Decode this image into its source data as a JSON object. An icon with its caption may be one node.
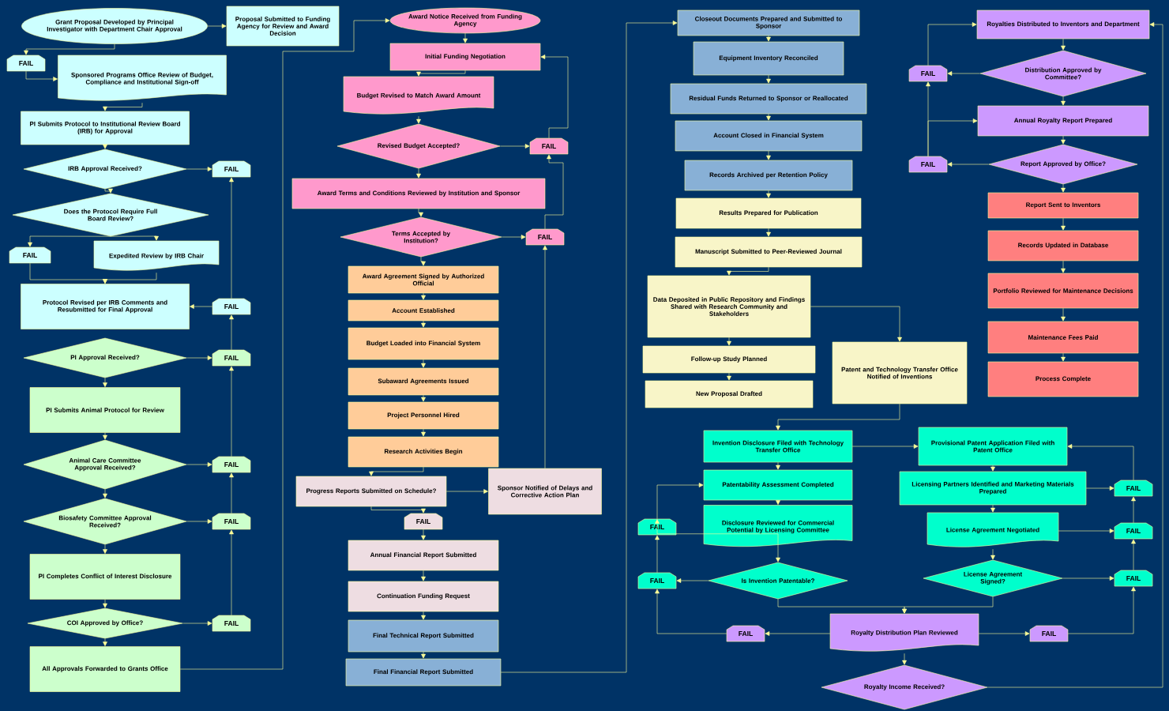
{
  "diagram": {
    "nodes": [
      {
        "text": [
          "Grant Proposal Developed by Principal Investigator with Department Chair Approval"
        ]
      },
      {
        "text": [
          "Proposal Submitted to Funding Agency for Review and Award Decision"
        ]
      },
      {
        "text": [
          "FAIL"
        ]
      },
      {
        "text": [
          "Sponsored Programs Office Review of Budget, Compliance and Institutional Sign-off"
        ]
      },
      {
        "text": [
          "PI Submits Protocol to Institutional Review Board (IRB) for Approval"
        ]
      },
      {
        "text": [
          "IRB Approval Received?"
        ]
      },
      {
        "text": [
          "FAIL"
        ]
      },
      {
        "text": [
          "Does the Protocol Require Full Board Review?"
        ]
      },
      {
        "text": [
          "FAIL"
        ]
      },
      {
        "text": [
          "Expedited Review by IRB Chair"
        ]
      },
      {
        "text": [
          "Protocol Revised per IRB Comments and Resubmitted for Final Approval"
        ]
      },
      {
        "text": [
          "FAIL"
        ]
      },
      {
        "text": [
          "PI Approval Received?"
        ]
      },
      {
        "text": [
          "FAIL"
        ]
      },
      {
        "text": [
          "PI Submits Animal Protocol for Review"
        ]
      },
      {
        "text": [
          "Animal Care Committee Approval Received?"
        ]
      },
      {
        "text": [
          "FAIL"
        ]
      },
      {
        "text": [
          "Biosafety Committee Approval Received?"
        ]
      },
      {
        "text": [
          "FAIL"
        ]
      },
      {
        "text": [
          "PI Completes Conflict of Interest Disclosure"
        ]
      },
      {
        "text": [
          "COI Approved by Office?"
        ]
      },
      {
        "text": [
          "FAIL"
        ]
      },
      {
        "text": [
          "All Approvals Forwarded to Grants Office"
        ]
      },
      {
        "text": [
          "Award Notice Received from Funding Agency"
        ]
      },
      {
        "text": [
          "Initial Funding Negotiation"
        ]
      },
      {
        "text": [
          "Budget Revised to Match Award Amount"
        ]
      },
      {
        "text": [
          "Revised Budget Accepted?"
        ]
      },
      {
        "text": [
          "FAIL"
        ]
      },
      {
        "text": [
          "Award Terms and Conditions Reviewed by Institution and Sponsor"
        ]
      },
      {
        "text": [
          "Terms Accepted by Institution?"
        ]
      },
      {
        "text": [
          "FAIL"
        ]
      },
      {
        "text": [
          "Award Agreement Signed by Authorized Official"
        ]
      },
      {
        "text": [
          "Account Established"
        ]
      },
      {
        "text": [
          "Budget Loaded into Financial System"
        ]
      },
      {
        "text": [
          "Subaward Agreements Issued"
        ]
      },
      {
        "text": [
          "Project Personnel Hired"
        ]
      },
      {
        "text": [
          "Research Activities Begin"
        ]
      },
      {
        "text": [
          "Progress Reports Submitted on Schedule?"
        ]
      },
      {
        "text": [
          "Sponsor Notified of Delays and Corrective Action Plan"
        ]
      },
      {
        "text": [
          "FAIL"
        ]
      },
      {
        "text": [
          "Annual Financial Report Submitted"
        ]
      },
      {
        "text": [
          "Continuation Funding Request"
        ]
      },
      {
        "text": [
          "Final Technical Report Submitted"
        ]
      },
      {
        "text": [
          "Final Financial Report Submitted"
        ]
      },
      {
        "text": [
          "Closeout Documents Prepared and Submitted to Sponsor"
        ]
      },
      {
        "text": [
          "Equipment Inventory Reconciled"
        ]
      },
      {
        "text": [
          "Residual Funds Returned to Sponsor or Reallocated"
        ]
      },
      {
        "text": [
          "Account Closed in Financial System"
        ]
      },
      {
        "text": [
          "Records Archived per Retention Policy"
        ]
      },
      {
        "text": [
          "Results Prepared for Publication"
        ]
      },
      {
        "text": [
          "Manuscript Submitted to Peer-Reviewed Journal"
        ]
      },
      {
        "text": [
          "Data Deposited in Public Repository and Findings Shared with Research Community and Stakeholders"
        ]
      },
      {
        "text": [
          "Follow-up Study Planned"
        ]
      },
      {
        "text": [
          "New Proposal Drafted"
        ]
      },
      {
        "text": [
          "Patent and Technology Transfer Office Notified of Inventions"
        ]
      },
      {
        "text": [
          "Invention Disclosure Filed with Technology Transfer Office"
        ]
      },
      {
        "text": [
          "Patentability Assessment Completed"
        ]
      },
      {
        "text": [
          "Disclosure Reviewed for Commercial Potential by Licensing Committee"
        ]
      },
      {
        "text": [
          "Is Invention Patentable?"
        ]
      },
      {
        "text": [
          "FAIL"
        ]
      },
      {
        "text": [
          "FAIL"
        ]
      },
      {
        "text": [
          "Provisional Patent Application Filed with Patent Office"
        ]
      },
      {
        "text": [
          "Licensing Partners Identified and Marketing Materials Prepared"
        ]
      },
      {
        "text": [
          "License Agreement Negotiated"
        ]
      },
      {
        "text": [
          "License Agreement Signed?"
        ]
      },
      {
        "text": [
          "FAIL"
        ]
      },
      {
        "text": [
          "FAIL"
        ]
      },
      {
        "text": [
          "FAIL"
        ]
      },
      {
        "text": [
          "Royalty Distribution Plan Reviewed"
        ]
      },
      {
        "text": [
          "FAIL"
        ]
      },
      {
        "text": [
          "FAIL"
        ]
      },
      {
        "text": [
          "Royalty Income Received?"
        ]
      },
      {
        "text": [
          "Royalties Distributed to Inventors and Department"
        ]
      },
      {
        "text": [
          "Distribution Approved by Committee?"
        ]
      },
      {
        "text": [
          "FAIL"
        ]
      },
      {
        "text": [
          "Annual Royalty Report Prepared"
        ]
      },
      {
        "text": [
          "Report Approved by Office?"
        ]
      },
      {
        "text": [
          "FAIL"
        ]
      },
      {
        "text": [
          "Report Sent to Inventors"
        ]
      },
      {
        "text": [
          "Records Updated in Database"
        ]
      },
      {
        "text": [
          "Portfolio Reviewed for Maintenance Decisions"
        ]
      },
      {
        "text": [
          "Maintenance Fees Paid"
        ]
      },
      {
        "text": [
          "Process Complete"
        ]
      }
    ],
    "edges": [
      {
        "from": 0,
        "to": 1,
        "arrow": "to"
      },
      {
        "from": 0,
        "to": 2,
        "arrow": "to"
      },
      {
        "from": 2,
        "to": 3,
        "arrow": "to"
      },
      {
        "from": 3,
        "to": 4,
        "arrow": "to"
      },
      {
        "from": 4,
        "to": 5,
        "arrow": "to"
      },
      {
        "from": 5,
        "to": 6,
        "arrow": "to"
      },
      {
        "from": 5,
        "to": 7,
        "arrow": "to"
      },
      {
        "from": 7,
        "to": 8,
        "arrow": "to"
      },
      {
        "from": 7,
        "to": 9,
        "arrow": "to"
      },
      {
        "from": 8,
        "to": 10,
        "arrow": "to"
      },
      {
        "from": 9,
        "to": 10,
        "arrow": "to"
      },
      {
        "from": 11,
        "to": 10,
        "arrow": "to"
      },
      {
        "from": 11,
        "to": 6,
        "arrow": "to"
      },
      {
        "from": 12,
        "to": 13,
        "arrow": "to"
      },
      {
        "from": 13,
        "to": 11,
        "arrow": "to"
      },
      {
        "from": 12,
        "to": 14,
        "arrow": "to"
      },
      {
        "from": 14,
        "to": 15,
        "arrow": "to"
      },
      {
        "from": 15,
        "to": 16,
        "arrow": "to"
      },
      {
        "from": 16,
        "to": 13,
        "arrow": "to"
      },
      {
        "from": 15,
        "to": 17,
        "arrow": "to"
      },
      {
        "from": 17,
        "to": 18,
        "arrow": "to"
      },
      {
        "from": 18,
        "to": 16,
        "arrow": "to"
      },
      {
        "from": 17,
        "to": 19,
        "arrow": "to"
      },
      {
        "from": 19,
        "to": 20,
        "arrow": "to"
      },
      {
        "from": 20,
        "to": 21,
        "arrow": "to"
      },
      {
        "from": 21,
        "to": 18,
        "arrow": "to"
      },
      {
        "from": 20,
        "to": 22,
        "arrow": "to"
      },
      {
        "from": 22,
        "to": 23,
        "arrow": "to"
      },
      {
        "from": 23,
        "to": 24,
        "arrow": "to"
      },
      {
        "from": 24,
        "to": 25,
        "arrow": "to"
      },
      {
        "from": 25,
        "to": 26,
        "arrow": "to"
      },
      {
        "from": 26,
        "to": 27,
        "arrow": "to"
      },
      {
        "from": 27,
        "to": 24,
        "arrow": "to"
      },
      {
        "from": 26,
        "to": 28,
        "arrow": "to"
      },
      {
        "from": 28,
        "to": 29,
        "arrow": "to"
      },
      {
        "from": 29,
        "to": 30,
        "arrow": "to"
      },
      {
        "from": 30,
        "to": 27,
        "arrow": "to"
      },
      {
        "from": 29,
        "to": 31,
        "arrow": "to"
      },
      {
        "from": 31,
        "to": 32,
        "arrow": "to"
      },
      {
        "from": 32,
        "to": 33,
        "arrow": "to"
      },
      {
        "from": 33,
        "to": 34,
        "arrow": "to"
      },
      {
        "from": 34,
        "to": 35,
        "arrow": "to"
      },
      {
        "from": 35,
        "to": 36,
        "arrow": "to"
      },
      {
        "from": 36,
        "to": 37,
        "arrow": "to"
      },
      {
        "from": 37,
        "to": 38,
        "arrow": "to"
      },
      {
        "from": 37,
        "to": 39,
        "arrow": "to"
      },
      {
        "from": 38,
        "to": 30,
        "arrow": "to"
      },
      {
        "from": 39,
        "to": 40,
        "arrow": "to"
      },
      {
        "from": 40,
        "to": 41,
        "arrow": "to"
      },
      {
        "from": 41,
        "to": 42,
        "arrow": "to"
      },
      {
        "from": 42,
        "to": 43,
        "arrow": "to"
      },
      {
        "from": 43,
        "to": 44,
        "arrow": "to"
      },
      {
        "from": 44,
        "to": 45,
        "arrow": "to"
      },
      {
        "from": 45,
        "to": 46,
        "arrow": "to"
      },
      {
        "from": 46,
        "to": 47,
        "arrow": "to"
      },
      {
        "from": 47,
        "to": 48,
        "arrow": "to"
      },
      {
        "from": 48,
        "to": 49,
        "arrow": "to"
      },
      {
        "from": 49,
        "to": 50,
        "arrow": "to"
      },
      {
        "from": 50,
        "to": 51,
        "arrow": "to"
      },
      {
        "from": 51,
        "to": 52,
        "arrow": "to"
      },
      {
        "from": 52,
        "to": 53,
        "arrow": "to"
      },
      {
        "from": 51,
        "to": 54,
        "arrow": "to"
      },
      {
        "from": 54,
        "to": 55,
        "arrow": "to"
      },
      {
        "from": 55,
        "to": 61,
        "arrow": "to"
      },
      {
        "from": 55,
        "to": 56,
        "arrow": "to"
      },
      {
        "from": 56,
        "to": 57,
        "arrow": "to"
      },
      {
        "from": 57,
        "to": 58,
        "arrow": "to"
      },
      {
        "from": 57,
        "to": 59,
        "arrow": "to"
      },
      {
        "from": 59,
        "to": 56,
        "arrow": "to"
      },
      {
        "from": 58,
        "to": 60,
        "arrow": "to"
      },
      {
        "from": 60,
        "to": 59,
        "arrow": "to"
      },
      {
        "from": 58,
        "to": 68,
        "arrow": "to"
      },
      {
        "from": 64,
        "to": 68,
        "arrow": "to"
      },
      {
        "from": 61,
        "to": 62,
        "arrow": "to"
      },
      {
        "from": 62,
        "to": 63,
        "arrow": "to"
      },
      {
        "from": 63,
        "to": 64,
        "arrow": "to"
      },
      {
        "from": 62,
        "to": 65,
        "arrow": "to"
      },
      {
        "from": 63,
        "to": 66,
        "arrow": "to"
      },
      {
        "from": 64,
        "to": 67,
        "arrow": "to"
      },
      {
        "from": 65,
        "to": 61,
        "arrow": "to"
      },
      {
        "from": 66,
        "to": 65,
        "arrow": "to"
      },
      {
        "from": 67,
        "to": 66,
        "arrow": "to"
      },
      {
        "from": 68,
        "to": 69,
        "arrow": "to"
      },
      {
        "from": 69,
        "to": 60,
        "arrow": "to"
      },
      {
        "from": 68,
        "to": 70,
        "arrow": "to"
      },
      {
        "from": 70,
        "to": 67,
        "arrow": "to"
      },
      {
        "from": 68,
        "to": 71,
        "arrow": "to"
      },
      {
        "from": 71,
        "to": 72,
        "arrow": "to"
      },
      {
        "from": 72,
        "to": 73,
        "arrow": "to"
      },
      {
        "from": 73,
        "to": 74,
        "arrow": "to"
      },
      {
        "from": 74,
        "to": 72,
        "arrow": "to"
      },
      {
        "from": 73,
        "to": 75,
        "arrow": "to"
      },
      {
        "from": 77,
        "to": 75,
        "arrow": "to"
      },
      {
        "from": 77,
        "to": 74,
        "arrow": "to"
      },
      {
        "from": 75,
        "to": 76,
        "arrow": "to"
      },
      {
        "from": 76,
        "to": 77,
        "arrow": "to"
      },
      {
        "from": 76,
        "to": 78,
        "arrow": "to"
      },
      {
        "from": 78,
        "to": 79,
        "arrow": "to"
      },
      {
        "from": 79,
        "to": 80,
        "arrow": "to"
      },
      {
        "from": 80,
        "to": 81,
        "arrow": "to"
      },
      {
        "from": 81,
        "to": 82,
        "arrow": "to"
      }
    ]
  }
}
